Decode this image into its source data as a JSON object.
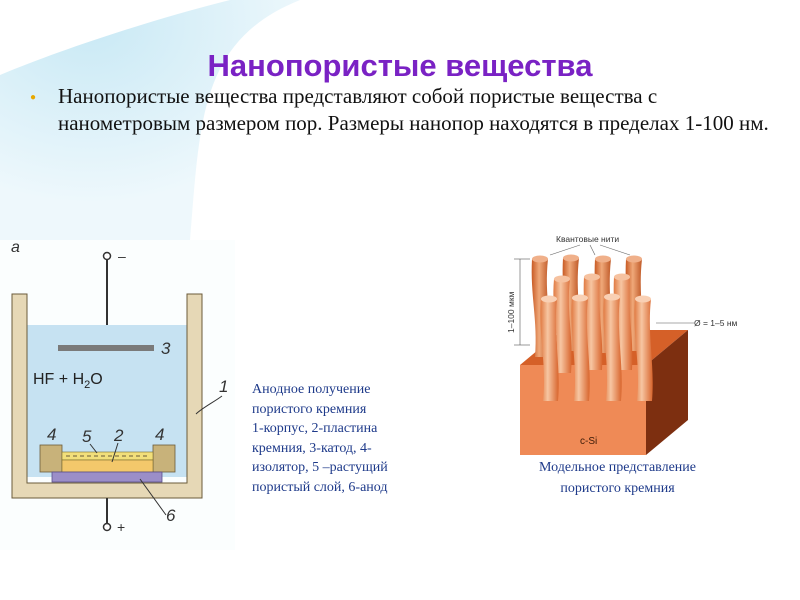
{
  "slide": {
    "title": "Нанопористые вещества",
    "paragraph": "Нанопористые вещества представляют собой пористые вещества с нанометровым размером пор. Размеры нанопор находятся в пределах 1-100 нм.",
    "colors": {
      "title": "#7a22c4",
      "caption": "#1e3a8a",
      "bullet": "#e8a800",
      "background_glow": "#e0f2f9"
    }
  },
  "cell_diagram": {
    "panel_letter": "а",
    "minus_sign": "–",
    "plus_sign": "+",
    "electrolyte_prefix": "HF + H",
    "electrolyte_sub": "2",
    "electrolyte_suffix": "O",
    "label_1": "1",
    "label_2": "2",
    "label_3": "3",
    "label_4_left": "4",
    "label_4_right": "4",
    "label_5": "5",
    "label_6": "6",
    "caption_lines": [
      "Анодное получение",
      "пористого кремния",
      "1-корпус, 2-пластина",
      "кремния, 3-катод, 4-",
      "изолятор, 5 –растущий",
      "пористый слой, 6-анод"
    ]
  },
  "porous_model": {
    "wires_label": "Квантовые нити",
    "height_label": "1–100 мкм",
    "diameter_label": "Ø = 1–5 нм",
    "substrate_label": "c-Si",
    "caption_lines": [
      "Модельное представление",
      "пористого кремния"
    ]
  }
}
